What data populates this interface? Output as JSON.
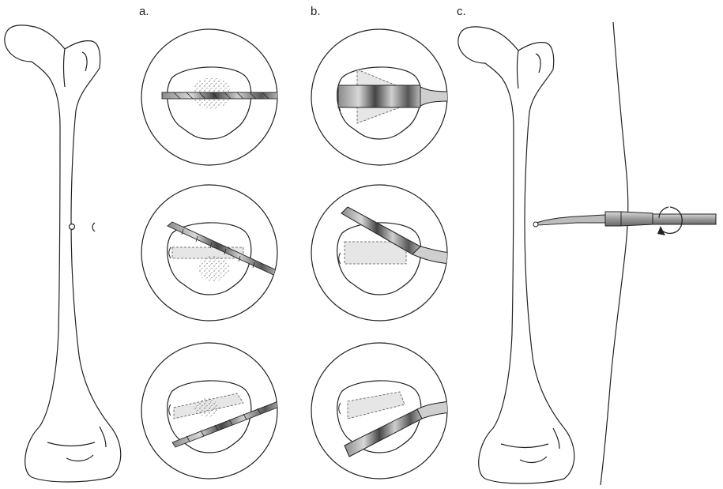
{
  "labels": {
    "a": "a.",
    "b": "b.",
    "c": "c."
  },
  "colors": {
    "stroke": "#222222",
    "bone_fill": "#ffffff",
    "canal_fill": "#e6e6e6",
    "tool_light": "#cfcfcf",
    "tool_dark": "#555555"
  },
  "icons": {
    "rotation": "rotation-arrow-icon"
  }
}
